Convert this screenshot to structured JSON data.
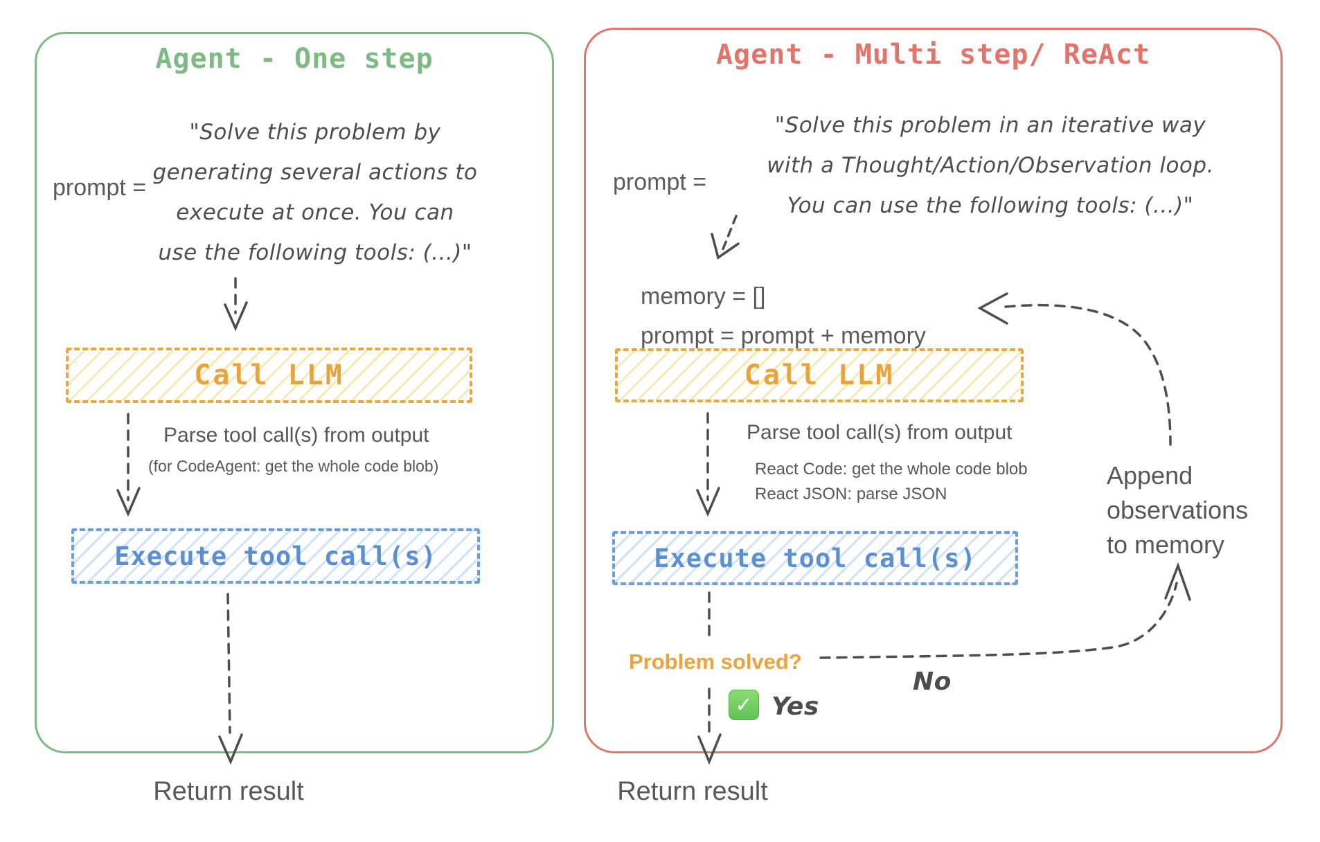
{
  "left": {
    "title": "Agent - One step",
    "prompt_label": "prompt =",
    "prompt_lines": {
      "0": "\"Solve this problem by",
      "1": "generating several actions to",
      "2": "execute at once. You can",
      "3": "use the following tools: (...)\""
    },
    "call_llm_label": "Call LLM",
    "parse_text": "Parse tool call(s) from output",
    "parse_subtext": "(for CodeAgent: get the whole code blob)",
    "execute_label": "Execute tool call(s)",
    "return_label": "Return result"
  },
  "right": {
    "title": "Agent - Multi step/ ReAct",
    "prompt_label": "prompt =",
    "prompt_lines": {
      "0": "\"Solve this problem in an iterative way",
      "1": "with a Thought/Action/Observation loop.",
      "2": "You can use the following tools: (...)\""
    },
    "memory_line1": "memory = []",
    "memory_line2": "prompt = prompt + memory",
    "call_llm_label": "Call LLM",
    "parse_text": "Parse tool call(s) from output",
    "parse_sub1": "React Code: get the whole code blob",
    "parse_sub2": "React JSON: parse JSON",
    "execute_label": "Execute tool call(s)",
    "problem_solved_label": "Problem solved?",
    "yes_label": "Yes",
    "no_label": "No",
    "check_glyph": "✓",
    "append_line1": "Append",
    "append_line2": "observations",
    "append_line3": "to memory",
    "return_label": "Return result"
  },
  "colors": {
    "green": "#7dba84",
    "red": "#e2746b",
    "orange_border": "#eaa73f",
    "orange_text": "#e8a33c",
    "blue_border": "#6a9edd",
    "blue_text": "#5b8fd4",
    "gray_text": "#575757",
    "arrow": "#4d4d4d",
    "problem_orange": "#e9a43d",
    "check_green": "#5cc454"
  }
}
